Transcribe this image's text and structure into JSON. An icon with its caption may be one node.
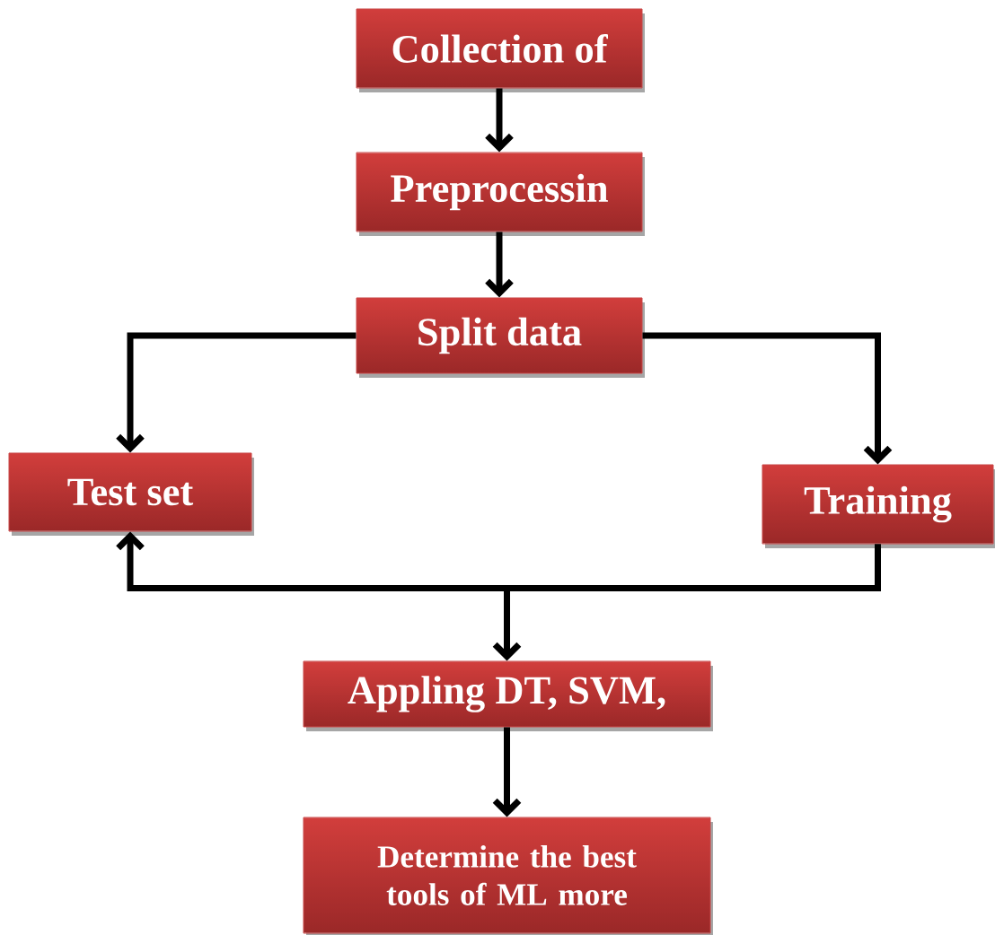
{
  "diagram": {
    "nodes": [
      {
        "text": [
          "Collection of"
        ]
      },
      {
        "text": [
          "Preprocessin"
        ]
      },
      {
        "text": [
          "Split data"
        ]
      },
      {
        "text": [
          "Test set"
        ]
      },
      {
        "text": [
          "Training"
        ]
      },
      {
        "text": [
          "Appling DT, SVM,"
        ]
      },
      {
        "text": [
          "Determine the best tools of ML more"
        ]
      }
    ],
    "edges": [
      {
        "from": 0,
        "to": 1,
        "arrow": "to"
      },
      {
        "from": 1,
        "to": 2,
        "arrow": "to"
      },
      {
        "from": 2,
        "to": 3,
        "arrow": "to"
      },
      {
        "from": 2,
        "to": 4,
        "arrow": "to"
      },
      {
        "from": 4,
        "to": 3,
        "arrow": "to"
      },
      {
        "from": 4,
        "to": 5,
        "arrow": "to"
      },
      {
        "from": 5,
        "to": 6,
        "arrow": "to"
      }
    ]
  }
}
